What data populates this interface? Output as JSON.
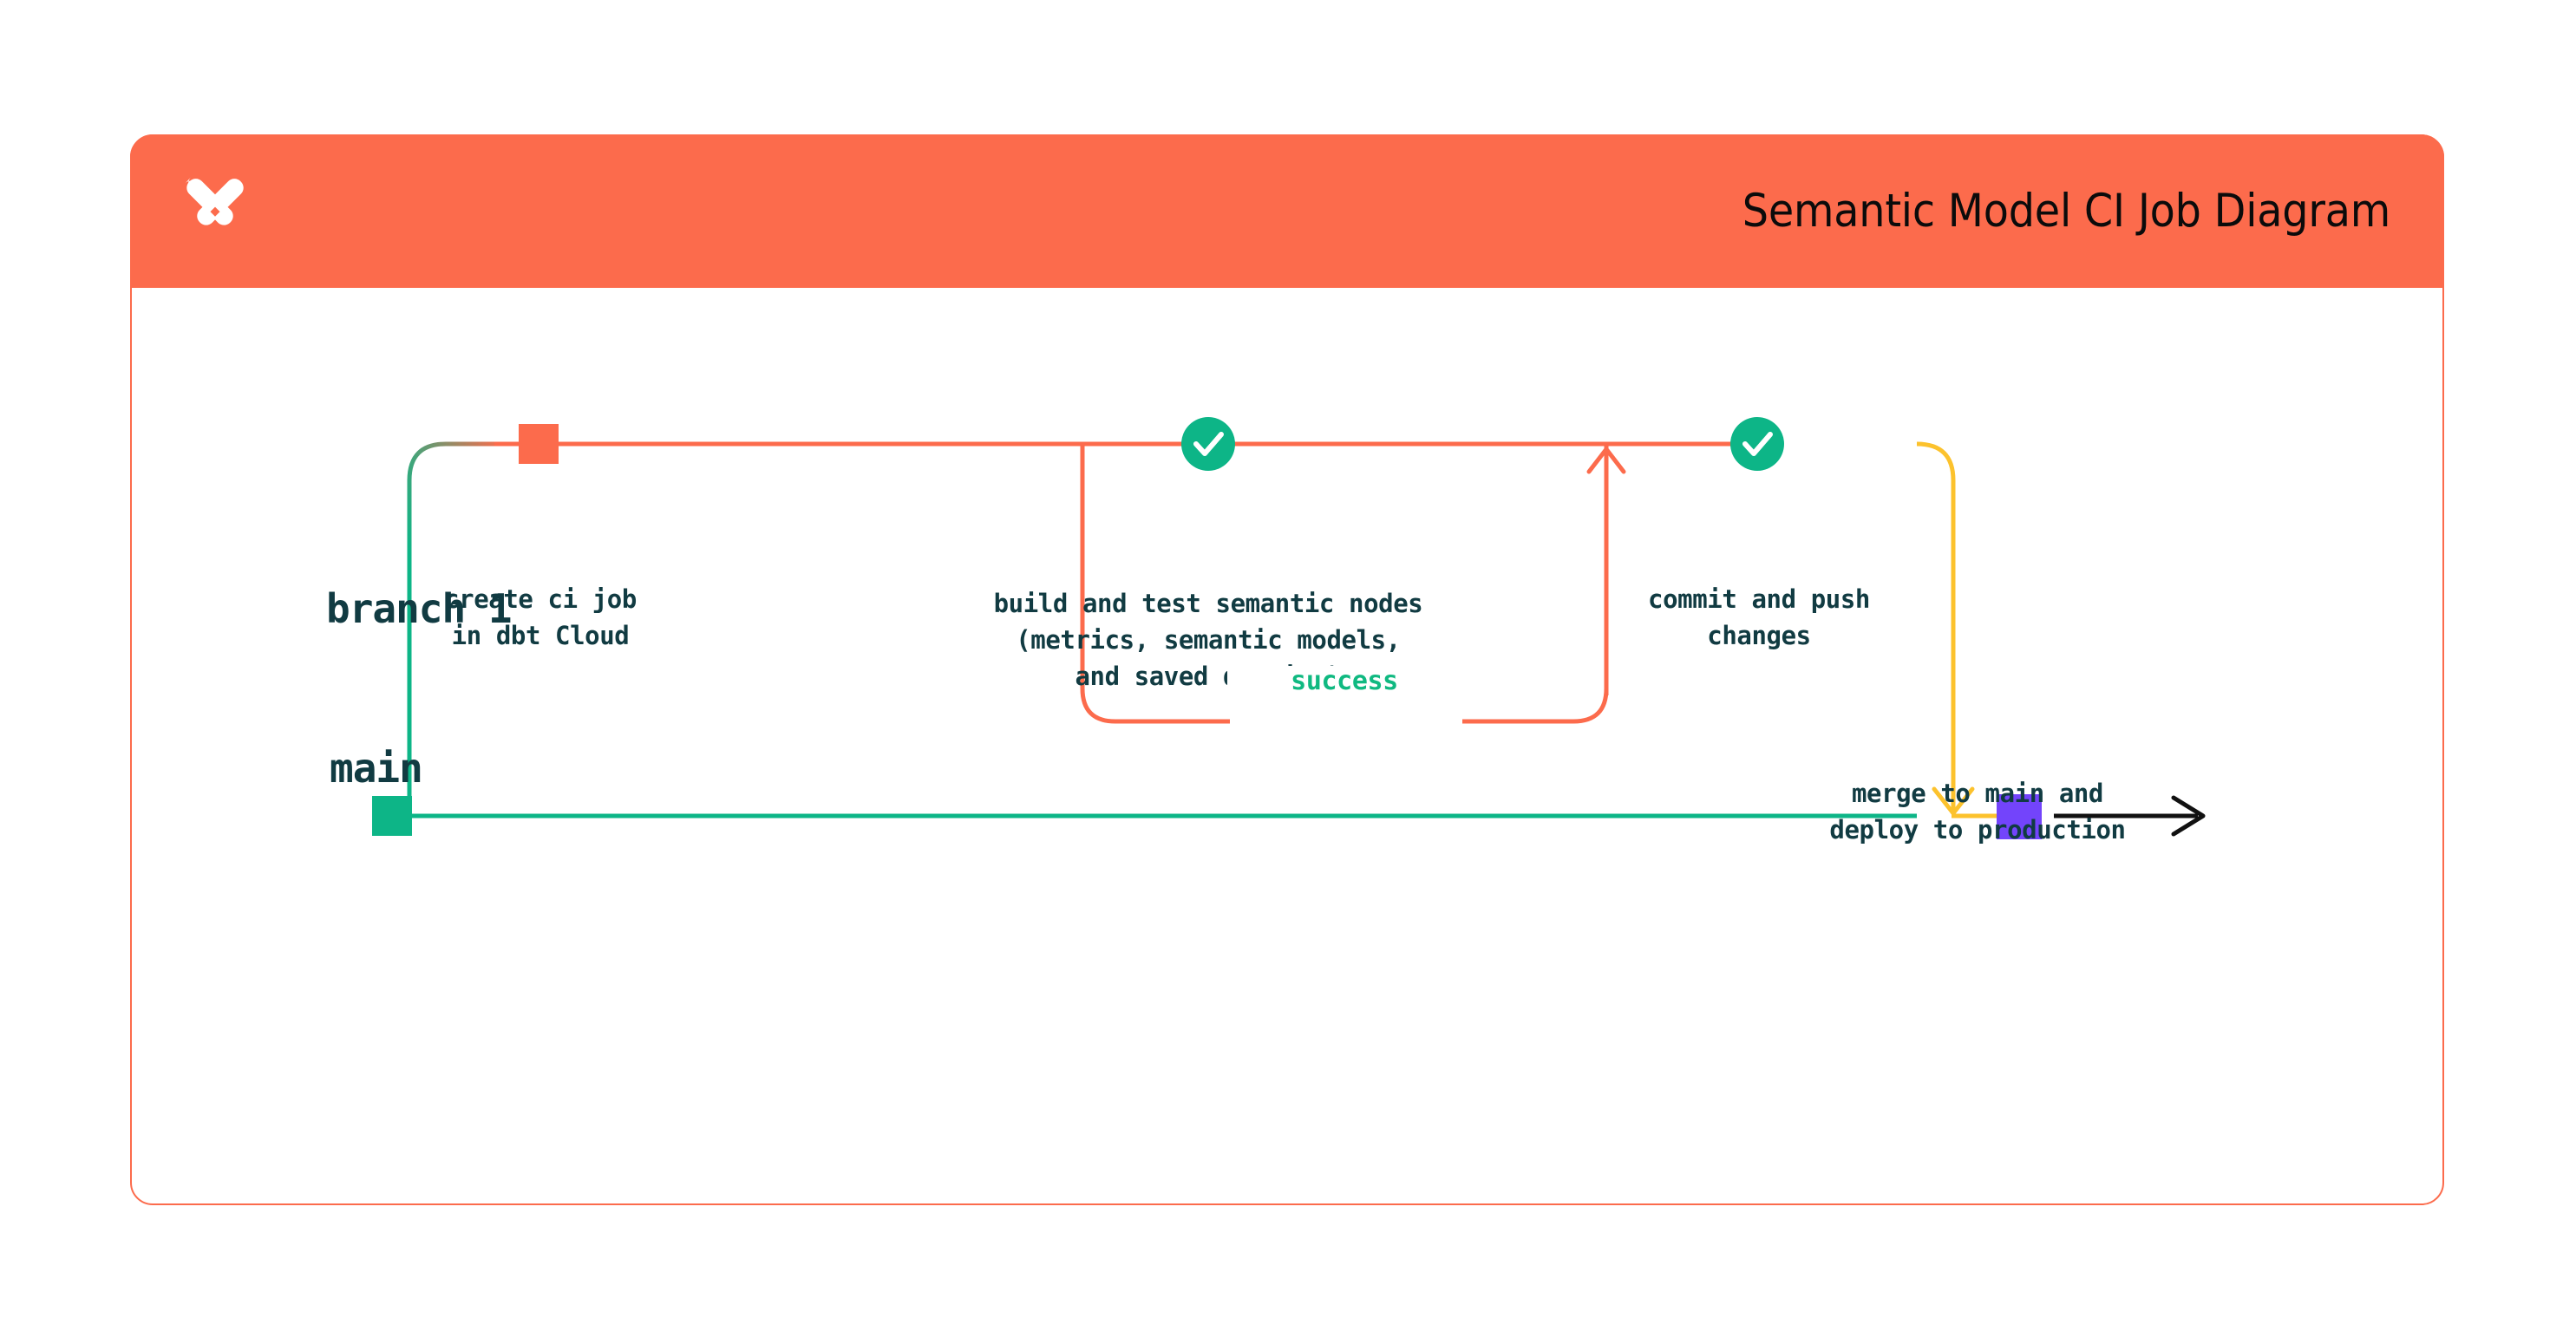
{
  "header": {
    "title": "Semantic Model CI Job Diagram",
    "logo_icon": "dbt-x-logo-icon",
    "background_color": "#FC6B4C"
  },
  "colors": {
    "orange": "#FC6B4C",
    "green": "#0DB587",
    "green_bright": "#10B981",
    "yellow": "#FCC22D",
    "purple": "#7344FB",
    "text_dark": "#113B42",
    "arrow_black": "#111111"
  },
  "lanes": [
    {
      "id": "branch-1",
      "label": "branch 1",
      "color": "#FC6B4C"
    },
    {
      "id": "main",
      "label": "main",
      "color": "#0DB587"
    }
  ],
  "nodes": [
    {
      "id": "create-ci-job",
      "shape": "square",
      "color": "#FC6B4C",
      "lane": "branch 1",
      "caption": "create ci job\nin dbt Cloud"
    },
    {
      "id": "build-and-test",
      "shape": "check-badge",
      "color": "#0DB587",
      "lane": "branch 1",
      "caption": "build and test semantic nodes\n(metrics, semantic models,\nand saved queries)"
    },
    {
      "id": "commit-and-push",
      "shape": "check-badge",
      "color": "#0DB587",
      "lane": "branch 1",
      "caption": "commit and push\nchanges"
    },
    {
      "id": "merge-to-main",
      "shape": "square",
      "color": "#7344FB",
      "lane": "main",
      "caption": "merge to main and\ndeploy to production"
    },
    {
      "id": "main-start",
      "shape": "square",
      "color": "#0DB587",
      "lane": "main",
      "caption": ""
    }
  ],
  "edges": [
    {
      "id": "branch-off",
      "from": "main",
      "to": "branch 1",
      "color": "#0DB587",
      "style": "solid"
    },
    {
      "id": "retry-loop",
      "label": "success",
      "color": "#FC6B4C",
      "style": "solid",
      "label_color": "#10B981"
    },
    {
      "id": "merge-down",
      "from": "branch 1",
      "to": "main",
      "color": "#FCC22D",
      "style": "solid",
      "arrow": "down"
    },
    {
      "id": "main-continues",
      "color": "#111111",
      "style": "solid",
      "arrow": "right"
    }
  ]
}
